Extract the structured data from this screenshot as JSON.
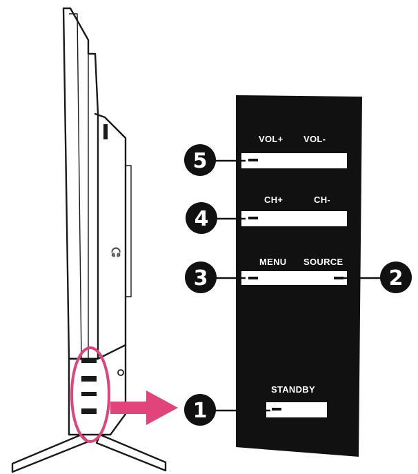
{
  "panel": {
    "labels": {
      "vol_plus": "VOL+",
      "vol_minus": "VOL-",
      "ch_plus": "CH+",
      "ch_minus": "CH-",
      "menu": "MENU",
      "source": "SOURCE",
      "standby": "STANDBY"
    },
    "background_color": "#111111",
    "button_color": "#ffffff"
  },
  "callouts": {
    "one": "1",
    "two": "2",
    "three": "3",
    "four": "4",
    "five": "5"
  },
  "highlight_color": "#e0447a",
  "icons": [
    "tv-side-view-icon",
    "arrow-right-icon"
  ]
}
